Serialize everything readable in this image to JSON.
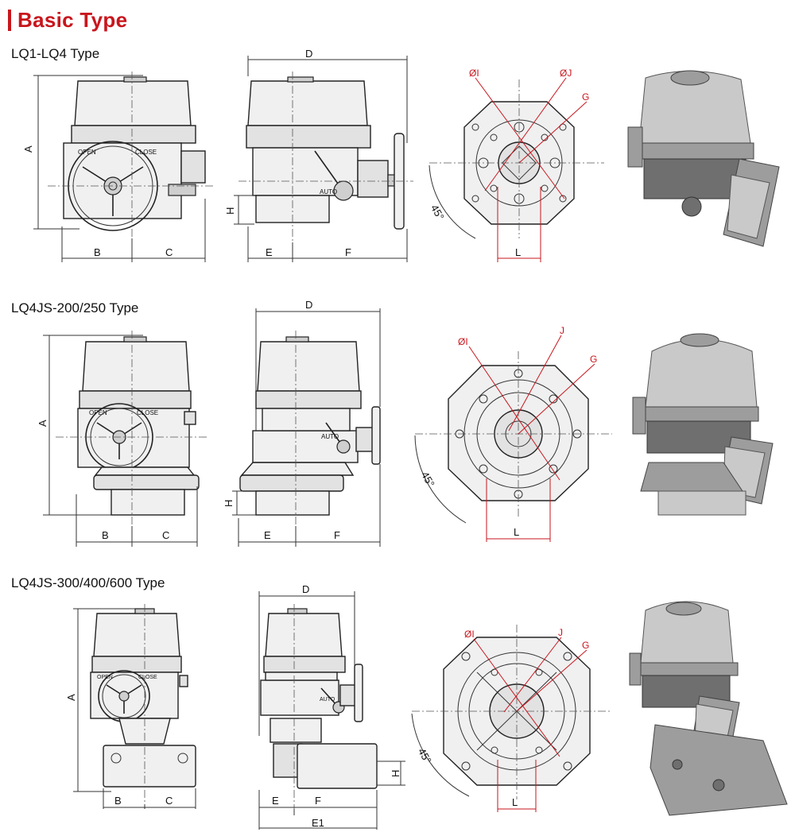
{
  "heading": {
    "title": "Basic Type",
    "accent_color": "#c8161d"
  },
  "rows": [
    {
      "label": "LQ1-LQ4 Type",
      "front": {
        "A": "A",
        "B": "B",
        "C": "C",
        "plate_text_1": "OPEN",
        "plate_text_2": "CLOSE"
      },
      "side": {
        "D": "D",
        "E": "E",
        "F": "F",
        "H": "H",
        "lever_text": "AUTO"
      },
      "flange": {
        "I": "ØI",
        "J": "ØJ",
        "G": "G",
        "L": "L",
        "angle": "45°"
      }
    },
    {
      "label": "LQ4JS-200/250 Type",
      "front": {
        "A": "A",
        "B": "B",
        "C": "C",
        "plate_text_1": "OPEN",
        "plate_text_2": "CLOSE"
      },
      "side": {
        "D": "D",
        "E": "E",
        "F": "F",
        "H": "H",
        "lever_text": "AUTO"
      },
      "flange": {
        "I": "ØI",
        "J": "J",
        "G": "G",
        "L": "L",
        "angle": "45°"
      }
    },
    {
      "label": "LQ4JS-300/400/600 Type",
      "front": {
        "A": "A",
        "B": "B",
        "C": "C",
        "plate_text_1": "OPEN",
        "plate_text_2": "CLOSE"
      },
      "side": {
        "D": "D",
        "E": "E",
        "F": "F",
        "H": "H",
        "E1": "E1",
        "lever_text": "AUTO"
      },
      "flange": {
        "I": "ØI",
        "J": "J",
        "G": "G",
        "L": "L",
        "angle": "45°"
      }
    }
  ]
}
